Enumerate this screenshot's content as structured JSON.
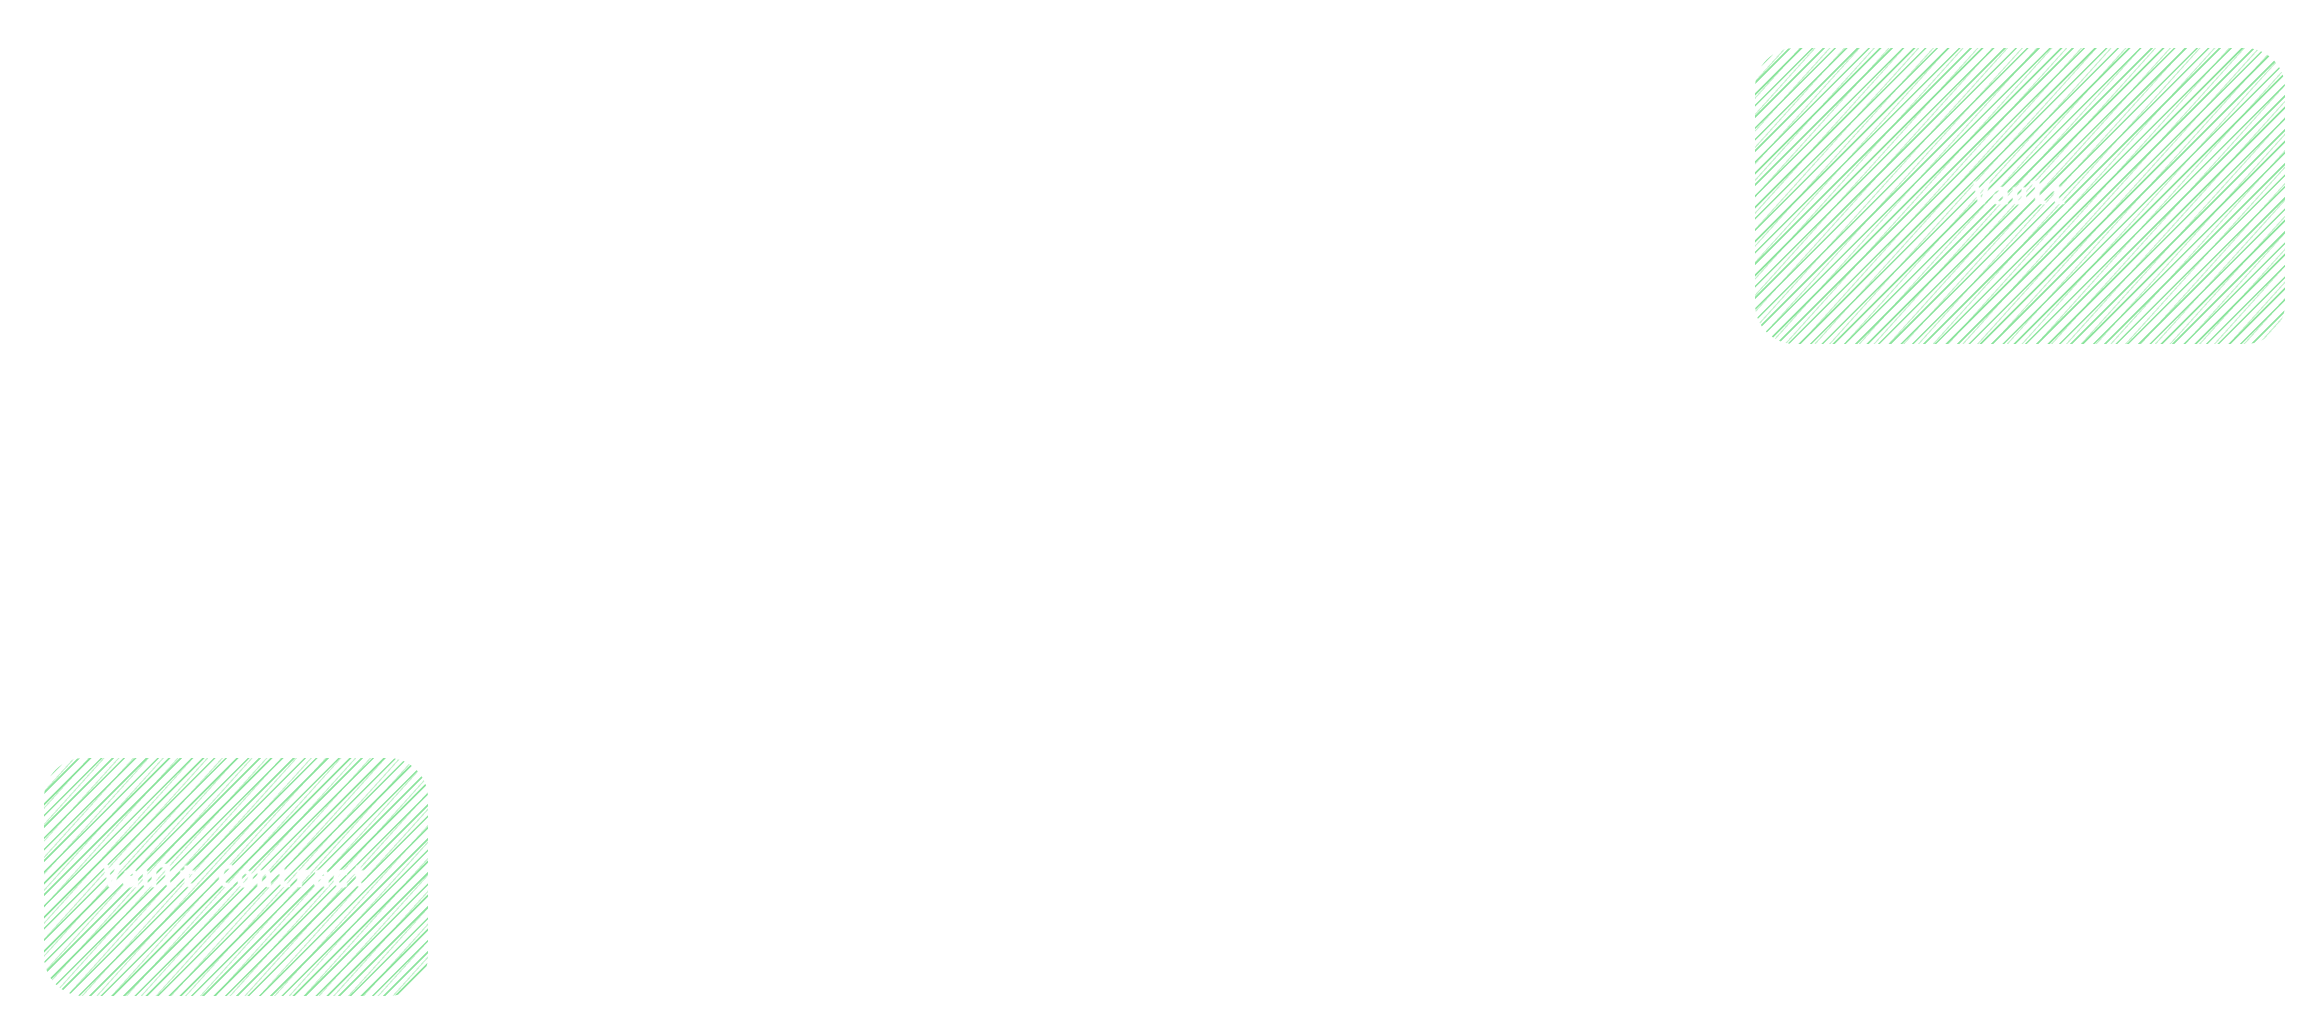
{
  "diagram": {
    "style": "hand-drawn hachure fill",
    "colors": {
      "background": "#ffffff",
      "node_fill": "#86e298",
      "node_text": "#ffffff"
    },
    "nodes": [
      {
        "id": "vault",
        "label": "Vault"
      },
      {
        "id": "vault-contract",
        "label": "Vault Contract"
      }
    ],
    "edges": []
  }
}
